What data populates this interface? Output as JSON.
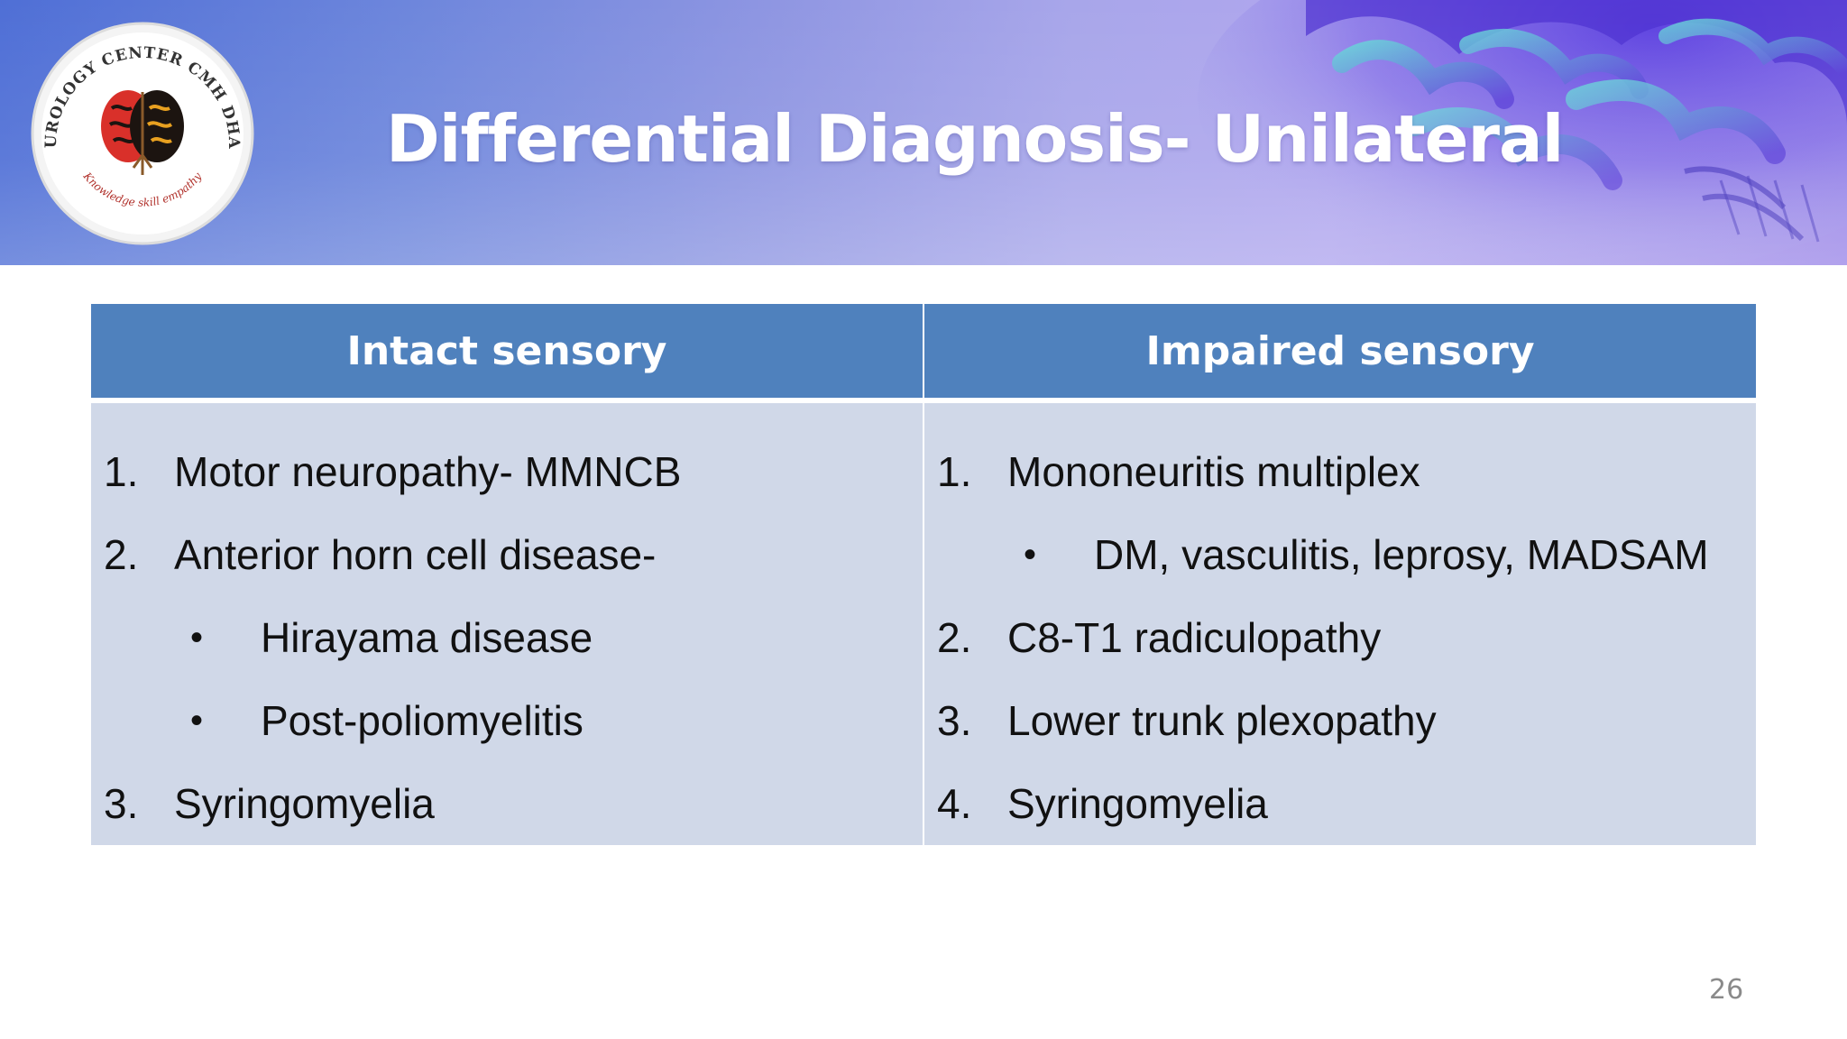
{
  "slide": {
    "title": "Differential Diagnosis- Unilateral",
    "page_number": "26"
  },
  "logo": {
    "ring_text": "NEUROLOGY CENTER CMH DHAKA",
    "tagline": "Knowledge skill empathy"
  },
  "table": {
    "headers": [
      "Intact sensory",
      "Impaired sensory"
    ],
    "left": [
      {
        "marker": "1.",
        "text": "Motor neuropathy- MMNCB"
      },
      {
        "marker": "2.",
        "text": "Anterior horn cell disease-"
      },
      {
        "marker": "•",
        "text": "Hirayama disease"
      },
      {
        "marker": "•",
        "text": "Post-poliomyelitis"
      },
      {
        "marker": "3.",
        "text": "Syringomyelia"
      }
    ],
    "right": [
      {
        "marker": "1.",
        "text": "Mononeuritis multiplex"
      },
      {
        "marker": "•",
        "text": "DM, vasculitis, leprosy, MADSAM"
      },
      {
        "marker": "2.",
        "text": "C8-T1 radiculopathy"
      },
      {
        "marker": "3.",
        "text": "Lower trunk plexopathy"
      },
      {
        "marker": "4.",
        "text": "Syringomyelia"
      }
    ]
  },
  "colors": {
    "header_fill": "#4f81bd",
    "body_fill": "#d0d8e8",
    "banner_start": "#4f6fd6",
    "banner_end": "#9c88e8"
  }
}
